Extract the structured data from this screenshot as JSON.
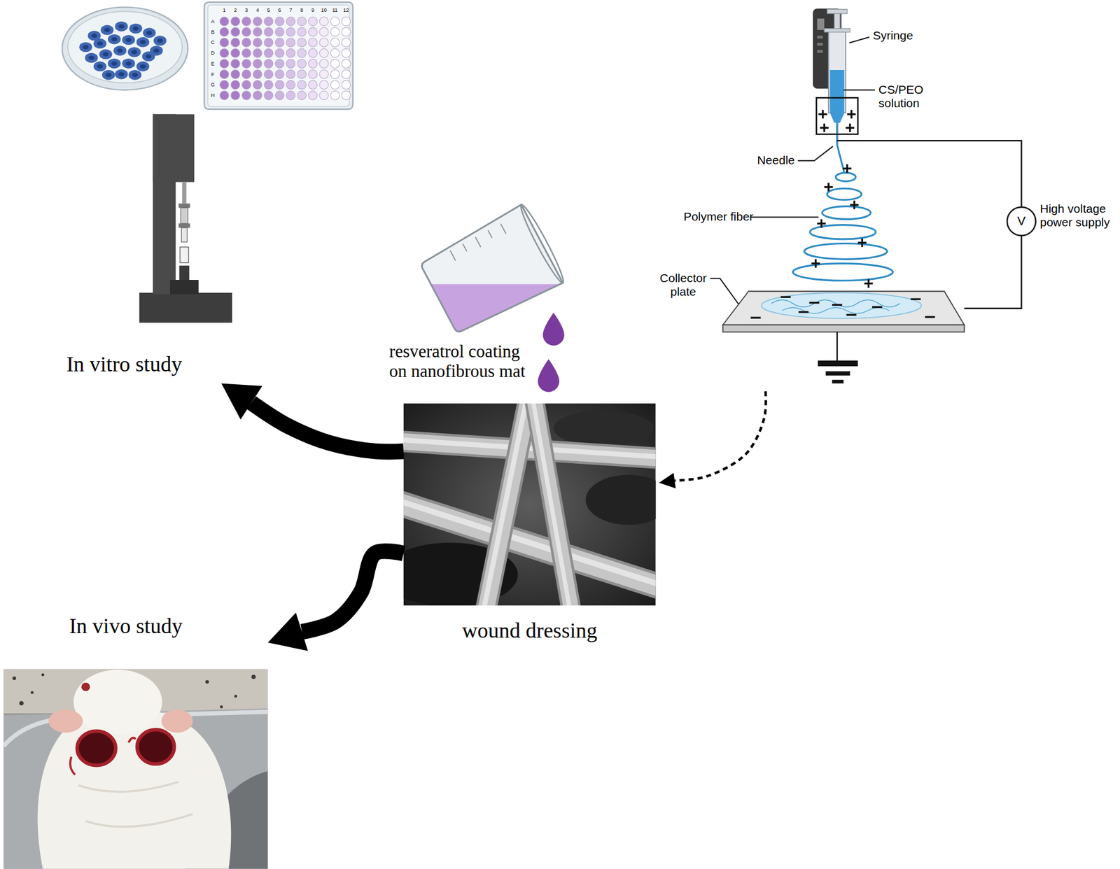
{
  "diagram": {
    "nodes": [
      {
        "text": [
          "In vitro study"
        ]
      },
      {
        "text": [
          "wound dressing"
        ]
      },
      {
        "text": [
          "In vivo study"
        ]
      },
      {
        "text": [
          "Syringe",
          "CS/PEO solution",
          "Needle",
          "Polymer fiber",
          "Collector plate",
          "High voltage power supply"
        ]
      }
    ],
    "edges": [
      {
        "from": 1,
        "to": 0,
        "arrow": "to"
      },
      {
        "from": 1,
        "to": 2,
        "arrow": "to"
      },
      {
        "from": 3,
        "to": 1,
        "arrow": "to"
      }
    ],
    "labels": [
      "resveratrol coating on nanofibrous mat",
      "V",
      "1",
      "2",
      "3",
      "4",
      "5",
      "6",
      "7",
      "8",
      "9",
      "10",
      "11",
      "12",
      "A",
      "B",
      "C",
      "D",
      "E",
      "F",
      "G",
      "H"
    ]
  }
}
